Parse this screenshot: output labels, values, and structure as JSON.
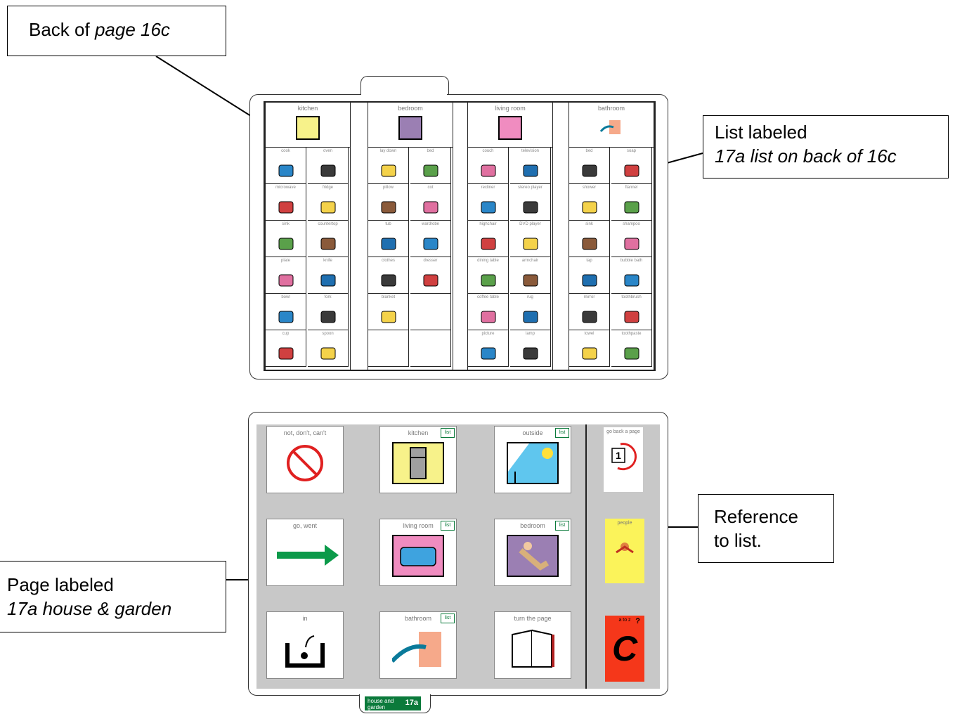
{
  "callouts": {
    "back": {
      "prefix": "Back of ",
      "italic": "page 16c"
    },
    "list": {
      "line1": "List labeled",
      "line2": "17a list on back of 16c"
    },
    "reference": {
      "line1": "Reference",
      "line2": "to list."
    },
    "page": {
      "line1": "Page labeled",
      "line2": "17a house & garden"
    }
  },
  "list_board": {
    "columns": [
      {
        "head": "kitchen",
        "head_color": "#f7f28a",
        "cells": [
          "cook",
          "oven",
          "microwave",
          "fridge",
          "sink",
          "countertop",
          "plate",
          "knife",
          "bowl",
          "fork",
          "cup",
          "spoon"
        ]
      },
      {
        "head": "bedroom",
        "head_color": "#9b7fb3",
        "cells": [
          "lay down",
          "bed",
          "pillow",
          "cot",
          "tub",
          "wardrobe",
          "clothes",
          "dresser",
          "blanket",
          ""
        ]
      },
      {
        "head": "living room",
        "head_color": "#f08cc0",
        "cells": [
          "couch",
          "television",
          "recliner",
          "stereo player",
          "highchair",
          "DVD player",
          "dining table",
          "armchair",
          "coffee table",
          "rug",
          "picture",
          "lamp"
        ]
      },
      {
        "head": "bathroom",
        "head_color": "#ffffff",
        "cells": [
          "bed",
          "soap",
          "shower",
          "flannel",
          "sink",
          "shampoo",
          "tap",
          "bubble bath",
          "mirror",
          "toothbrush",
          "towel",
          "toothpaste"
        ]
      }
    ]
  },
  "page_board": {
    "tiles": [
      {
        "label": "not, don't, can't",
        "badge": ""
      },
      {
        "label": "kitchen",
        "badge": "list"
      },
      {
        "label": "outside",
        "badge": "list"
      },
      {
        "label": "go, went",
        "badge": ""
      },
      {
        "label": "living room",
        "badge": "list"
      },
      {
        "label": "bedroom",
        "badge": "list"
      },
      {
        "label": "in",
        "badge": ""
      },
      {
        "label": "bathroom",
        "badge": "list"
      },
      {
        "label": "turn the page",
        "badge": ""
      }
    ],
    "side": {
      "first": {
        "label": "go back a page",
        "number": "1"
      },
      "second": {
        "label": "people"
      },
      "third": {
        "label": "a to z",
        "letter": "C",
        "mark": "?"
      }
    },
    "tab": {
      "line1": "house and",
      "line2": "garden",
      "code": "17a"
    }
  }
}
